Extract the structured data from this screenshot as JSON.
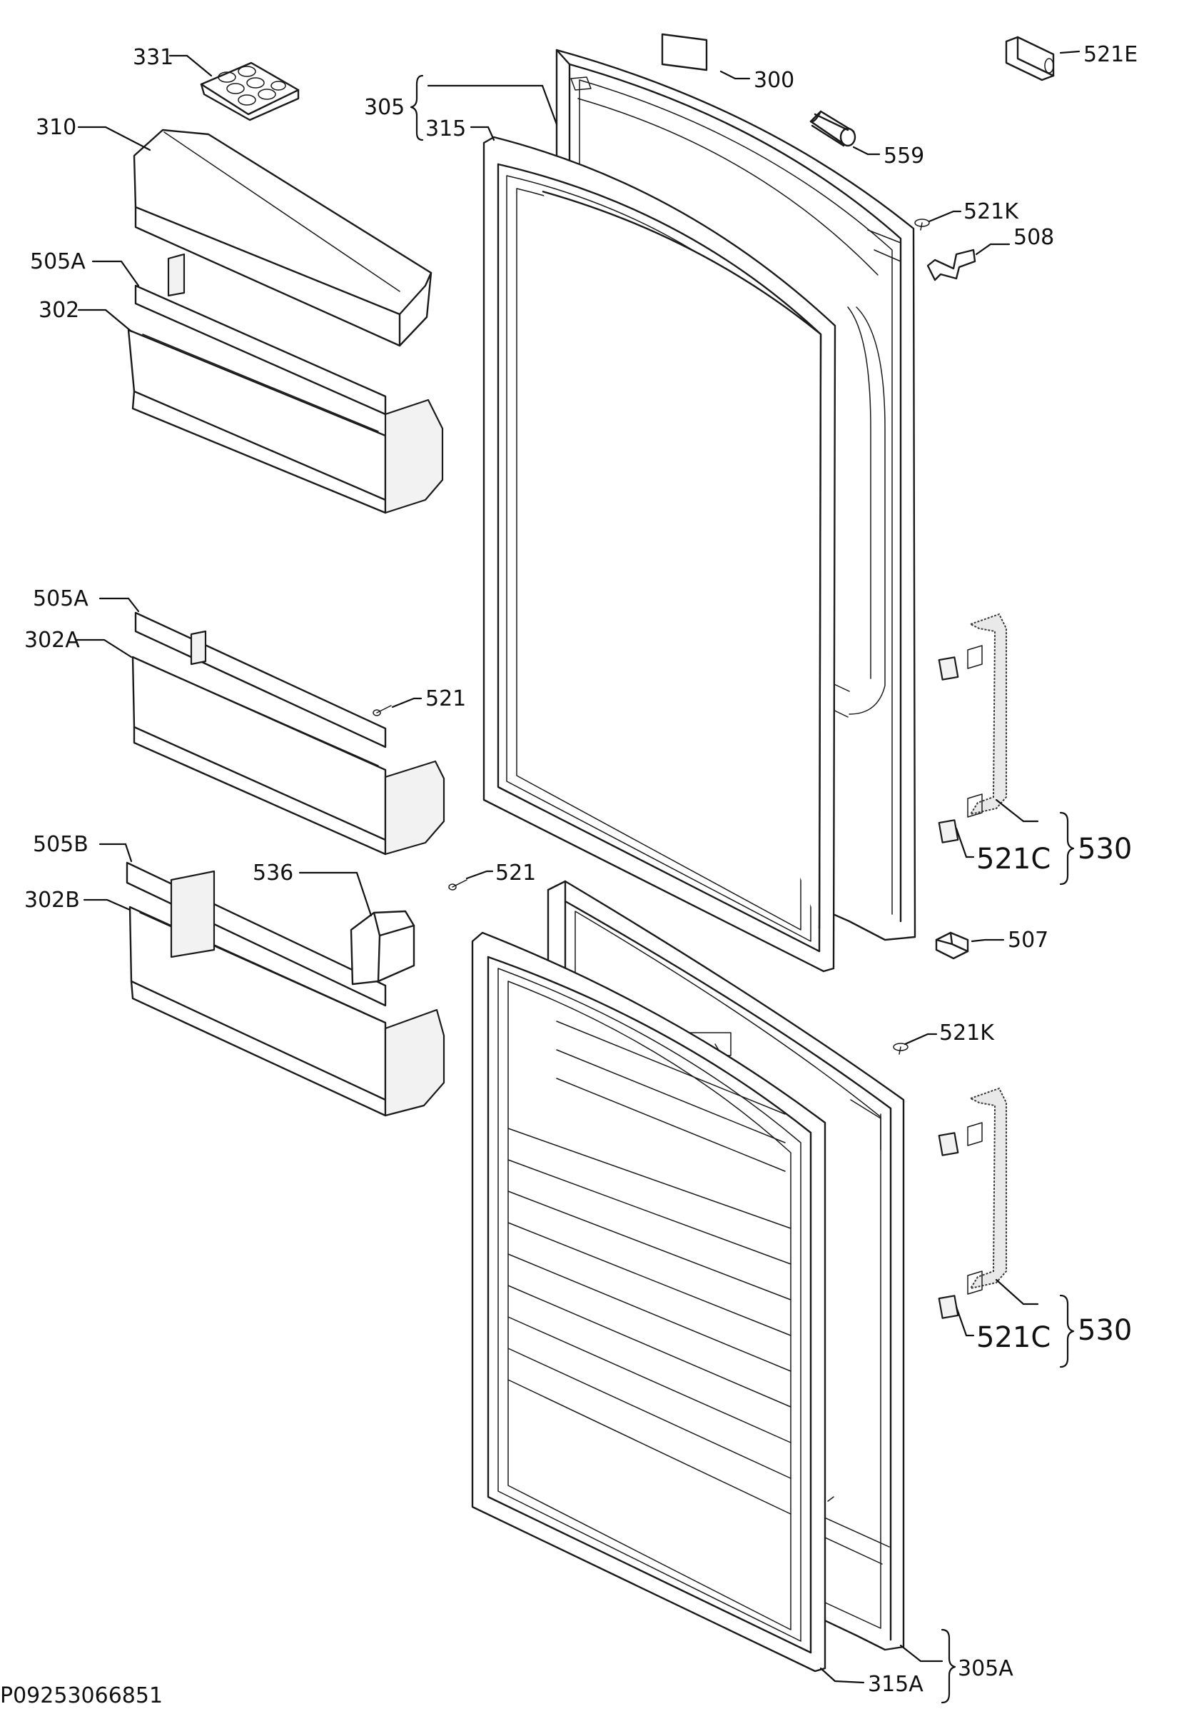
{
  "labels": {
    "l331": "331",
    "l310": "310",
    "l505A_1": "505A",
    "l302": "302",
    "l305": "305",
    "l315": "315",
    "l300": "300",
    "l521E": "521E",
    "l559": "559",
    "l521K_1": "521K",
    "l508": "508",
    "l505A_2": "505A",
    "l302A": "302A",
    "l521_1": "521",
    "l505B": "505B",
    "l302B": "302B",
    "l536": "536",
    "l521_2": "521",
    "l521C_1": "521C",
    "l530_1": "530",
    "l507": "507",
    "l521K_2": "521K",
    "l521C_2": "521C",
    "l530_2": "530",
    "l315A": "315A",
    "l305A": "305A"
  },
  "reference_code": "P09253066851"
}
